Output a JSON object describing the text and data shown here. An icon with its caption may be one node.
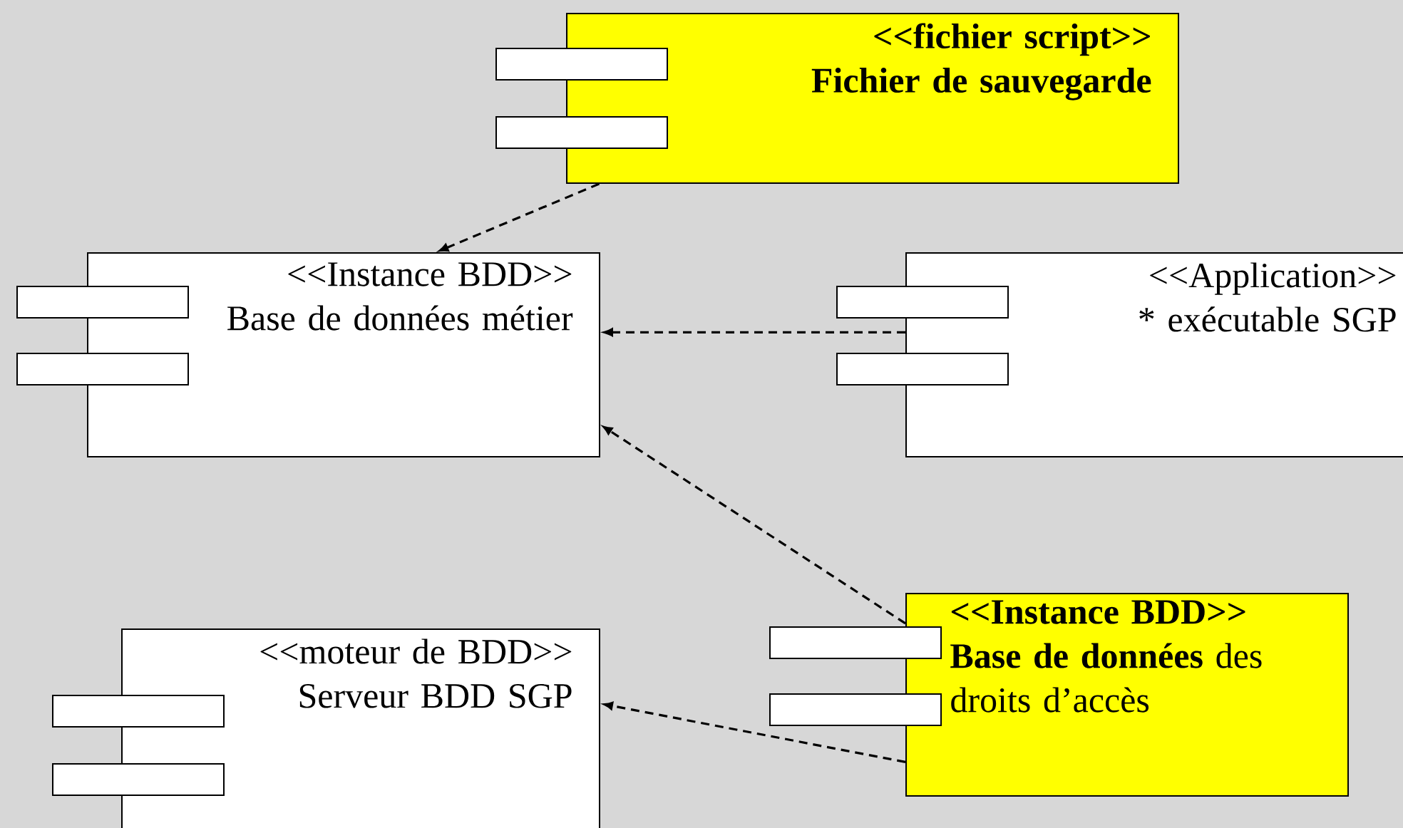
{
  "diagram": {
    "nodes": [
      {
        "text": [
          "<<fichier script>>",
          "Fichier de sauvegarde"
        ]
      },
      {
        "text": [
          "<<Instance BDD>>",
          "Base de données métier"
        ]
      },
      {
        "text": [
          "<<Application>>",
          "* exécutable SGP"
        ]
      },
      {
        "text": [
          "<<Instance BDD>>",
          "**Base de données** des droits d’accès"
        ]
      },
      {
        "text": [
          "<<moteur de BDD>>",
          "Serveur BDD SGP"
        ]
      }
    ],
    "edges": [
      {
        "from": 0,
        "to": 1,
        "arrow": "to",
        "style": "dashed"
      },
      {
        "from": 2,
        "to": 1,
        "arrow": "to",
        "style": "dashed"
      },
      {
        "from": 3,
        "to": 1,
        "arrow": "to",
        "style": "dashed"
      },
      {
        "from": 3,
        "to": 4,
        "arrow": "to",
        "style": "dashed"
      }
    ]
  }
}
